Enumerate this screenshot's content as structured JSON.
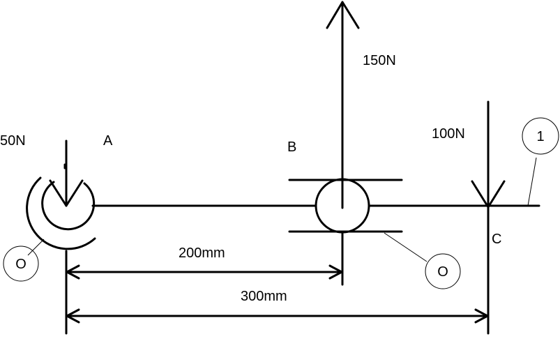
{
  "forces": {
    "load_a": "50N",
    "load_b": "150N",
    "load_c": "100N"
  },
  "points": {
    "a": "A",
    "b": "B",
    "c": "C"
  },
  "dimensions": {
    "ab": "200mm",
    "ac": "300mm"
  },
  "callouts": {
    "left": "O",
    "middle": "O",
    "right": "1"
  }
}
